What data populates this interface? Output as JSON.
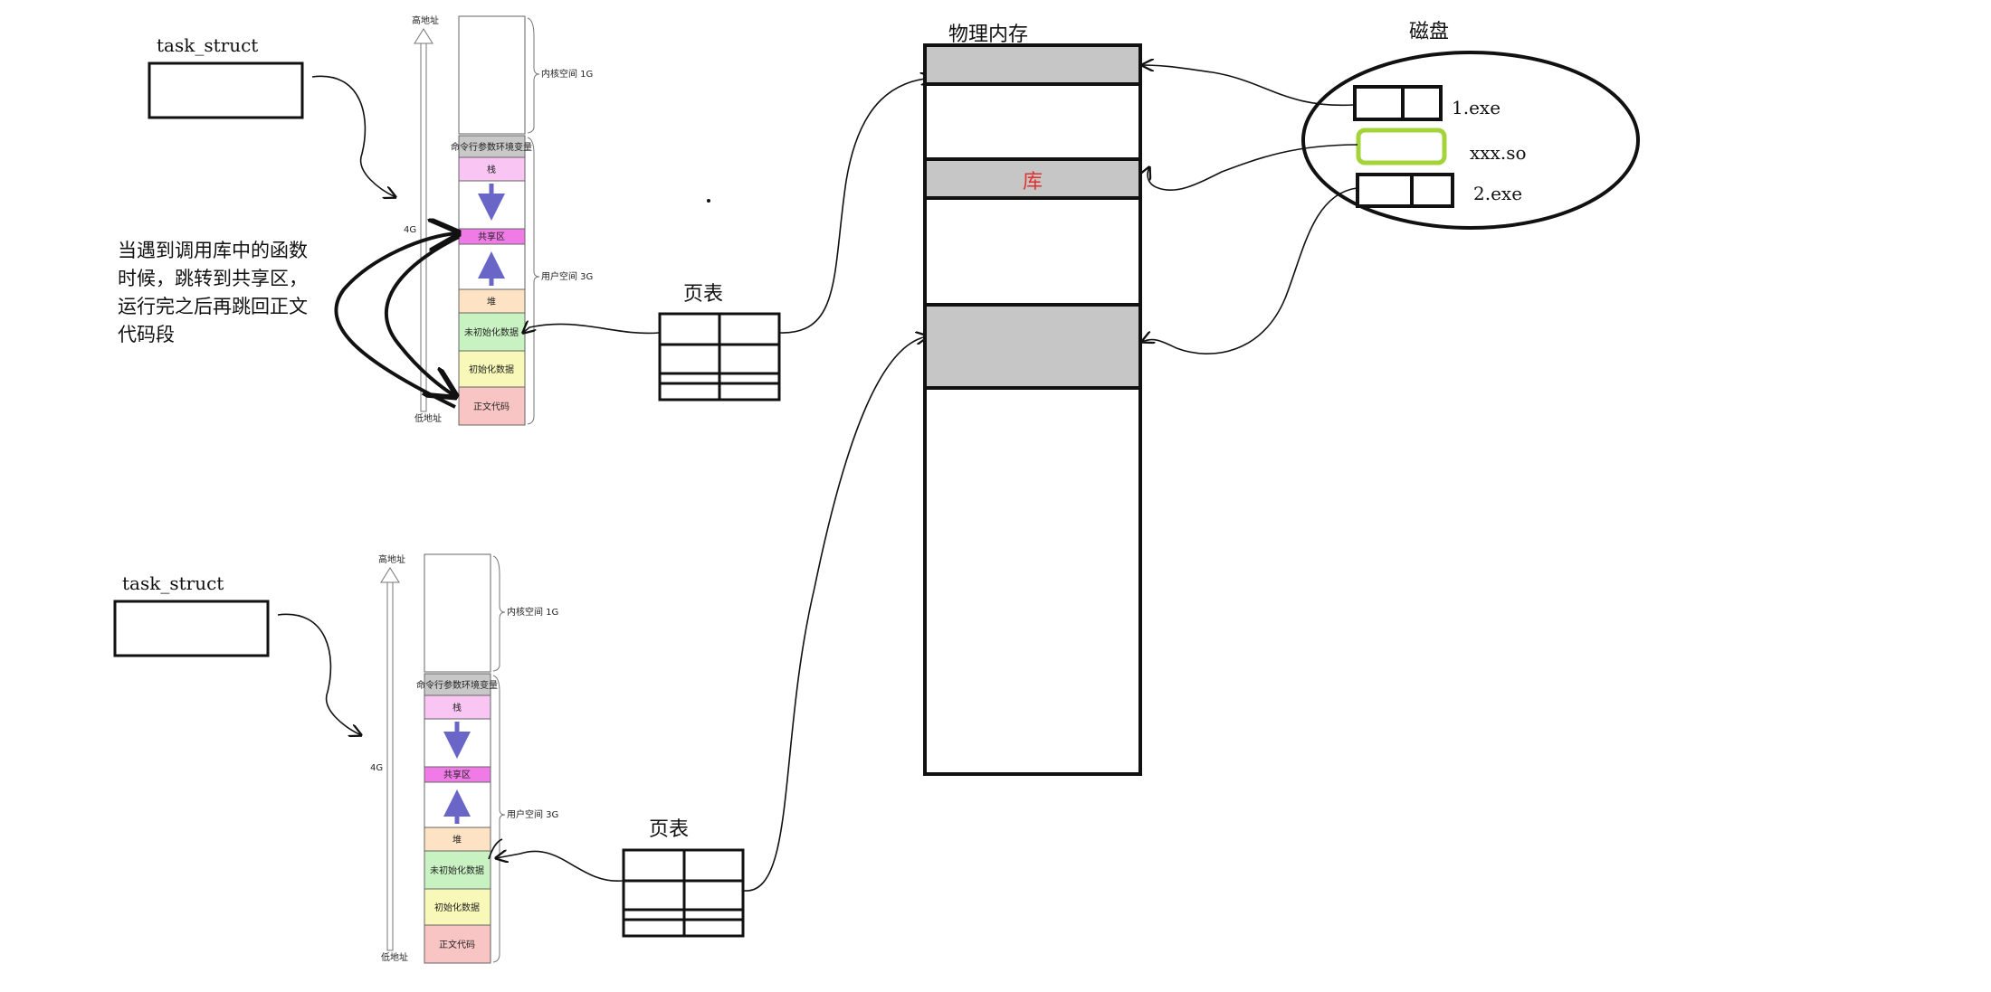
{
  "process_top": {
    "task_struct_label": "task_struct",
    "high_addr": "高地址",
    "low_addr": "低地址",
    "size_4g": "4G",
    "kernel_space": "内核空间 1G",
    "user_space": "用户空间 3G",
    "segments": {
      "env": "命令行参数环境变量",
      "stack": "栈",
      "shared": "共享区",
      "heap": "堆",
      "bss": "未初始化数据",
      "data": "初始化数据",
      "text": "正文代码"
    },
    "page_table_label": "页表"
  },
  "process_bottom": {
    "task_struct_label": "task_struct",
    "high_addr": "高地址",
    "low_addr": "低地址",
    "size_4g": "4G",
    "kernel_space": "内核空间 1G",
    "user_space": "用户空间 3G",
    "segments": {
      "env": "命令行参数环境变量",
      "stack": "栈",
      "shared": "共享区",
      "heap": "堆",
      "bss": "未初始化数据",
      "data": "初始化数据",
      "text": "正文代码"
    },
    "page_table_label": "页表"
  },
  "note": "当遇到调用库中的函数\n时候，跳转到共享区，\n运行完之后再跳回正文\n代码段",
  "physical_memory": {
    "title": "物理内存",
    "library_label": "库"
  },
  "disk": {
    "title": "磁盘",
    "file1": "1.exe",
    "lib": "xxx.so",
    "file2": "2.exe"
  },
  "colors": {
    "env": "#c8c8c8",
    "stack": "#f9c6f3",
    "shared": "#f07be6",
    "heap": "#fde2c4",
    "bss": "#c9f2c3",
    "data": "#f8f8b8",
    "text": "#f9c4c4",
    "memory_block": "#c6c6c6",
    "library_text": "#e03030",
    "lib_box": "#a4d43a",
    "arrow": "#6a66c8"
  }
}
